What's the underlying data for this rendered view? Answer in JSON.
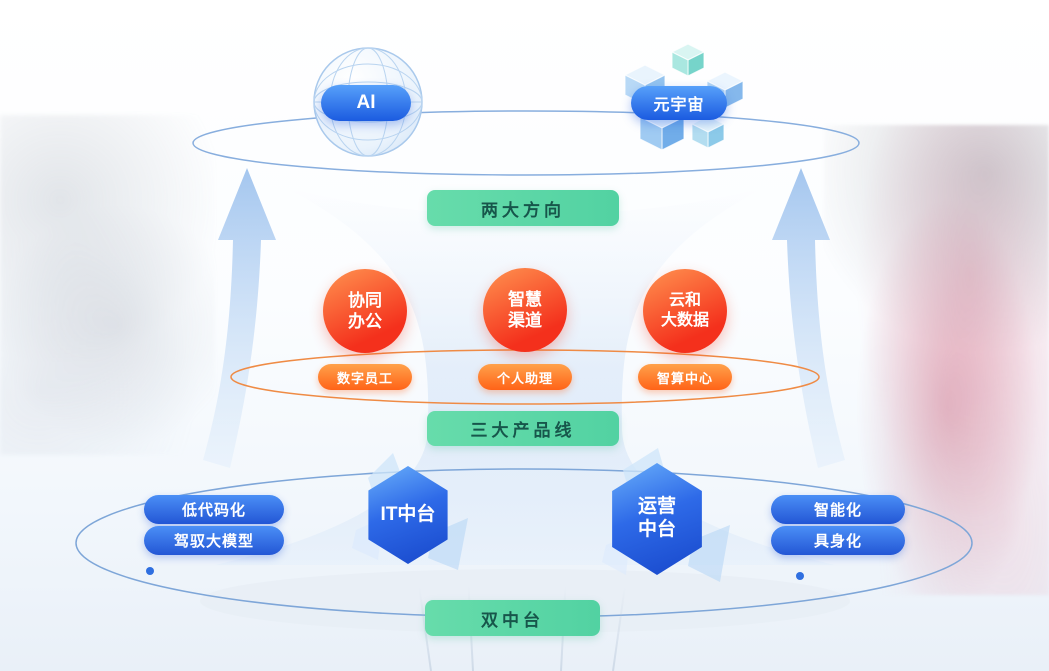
{
  "diagram": {
    "top": {
      "ai_badge": "AI",
      "metaverse_badge": "元宇宙",
      "tier_label": "两大方向"
    },
    "middle": {
      "circles": [
        {
          "label": "协同\n办公",
          "tag": "数字员工"
        },
        {
          "label": "智慧\n渠道",
          "tag": "个人助理"
        },
        {
          "label": "云和\n大数据",
          "tag": "智算中心"
        }
      ],
      "tier_label": "三大产品线"
    },
    "bottom": {
      "hex_left": "IT中台",
      "hex_right": "运营\n中台",
      "left_tags": [
        "低代码化",
        "驾驭大模型"
      ],
      "right_tags": [
        "智能化",
        "具身化"
      ],
      "tier_label": "双中台"
    },
    "colors": {
      "tier_badge_green": "#5ed9a8",
      "tier_badge_text": "#17564b",
      "primary_blue": "#1b5be0",
      "circle_red": "#f4301c",
      "tag_orange": "#ff6318",
      "ellipse_blue": "#7ea6d8",
      "ellipse_orange": "#ef8b45"
    }
  }
}
